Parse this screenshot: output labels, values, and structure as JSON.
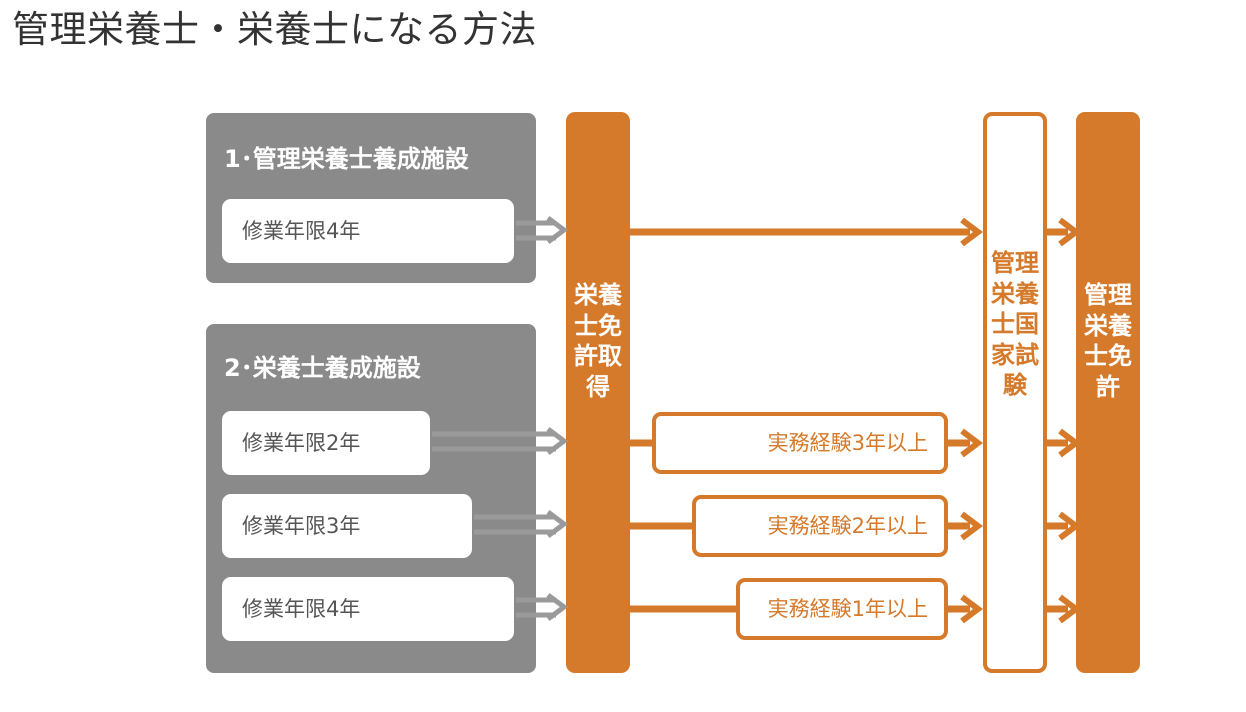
{
  "title": "管理栄養士・栄養士になる方法",
  "routes": [
    {
      "heading": "1･管理栄養士養成施設",
      "courses": [
        "修業年限4年"
      ]
    },
    {
      "heading": "2･栄養士養成施設",
      "courses": [
        "修業年限2年",
        "修業年限3年",
        "修業年限4年"
      ]
    }
  ],
  "stages": {
    "dietitian_license": "栄養士免許取得",
    "national_exam": "管理栄養士国家試験",
    "registered_dietitian_license": "管理栄養士免許"
  },
  "experience": [
    "実務経験3年以上",
    "実務経験2年以上",
    "実務経験1年以上"
  ],
  "colors": {
    "panel_gray": "#8a8a8a",
    "arrow_gray": "#9a9a9a",
    "accent_orange": "#d5792a",
    "title_text": "#333333"
  }
}
